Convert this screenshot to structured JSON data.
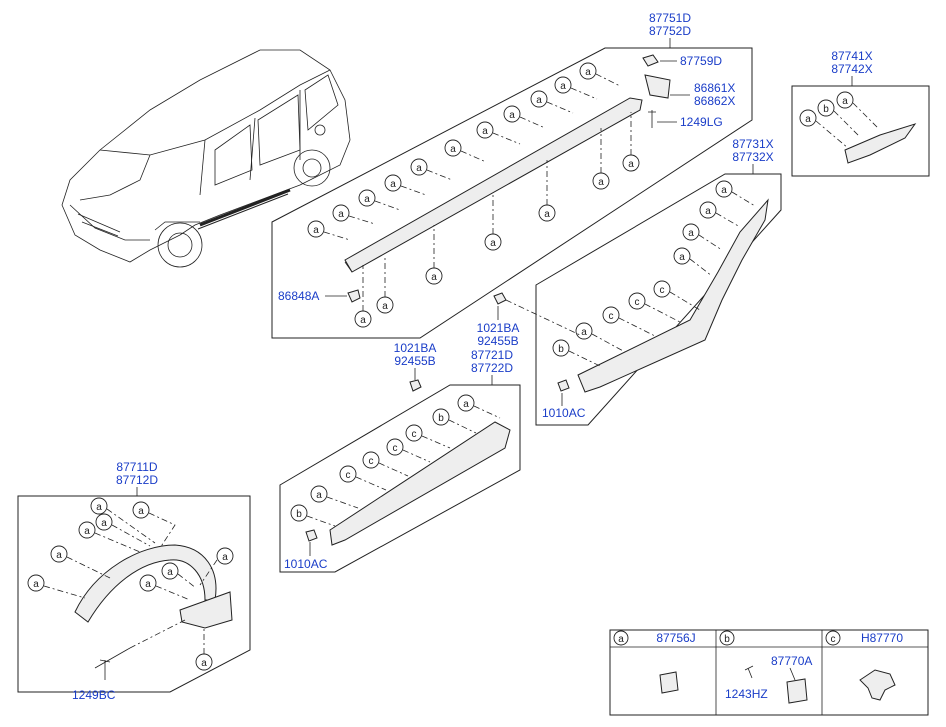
{
  "group_rocker": {
    "label_top": "87751D",
    "label_bottom": "87752D",
    "clip_a": "a",
    "clip_86848A": "86848A",
    "clip_87759D": "87759D",
    "bracket_top": "86861X",
    "bracket_bottom": "86862X",
    "screw": "1249LG"
  },
  "group_rear_small": {
    "label_top": "87741X",
    "label_bottom": "87742X",
    "clip_a": "a",
    "clip_b": "b"
  },
  "group_rear_door": {
    "label_top": "87731X",
    "label_bottom": "87732X",
    "clip_a": "a",
    "clip_b": "b",
    "clip_c": "c",
    "fastener": "1010AC",
    "nut_top": "1021BA",
    "nut_bottom": "92455B"
  },
  "group_front_door": {
    "label_top": "87721D",
    "label_bottom": "87722D",
    "nut_top": "1021BA",
    "nut_bottom": "92455B",
    "clip_a": "a",
    "clip_b": "b",
    "clip_c": "c",
    "fastener": "1010AC"
  },
  "group_fender": {
    "label_top": "87711D",
    "label_bottom": "87712D",
    "clip_a": "a",
    "screw": "1249BC"
  },
  "legend": {
    "a_letter": "a",
    "a_part": "87756J",
    "b_letter": "b",
    "b_part": "87770A",
    "b_screw": "1243HZ",
    "c_letter": "c",
    "c_part": "H87770"
  }
}
